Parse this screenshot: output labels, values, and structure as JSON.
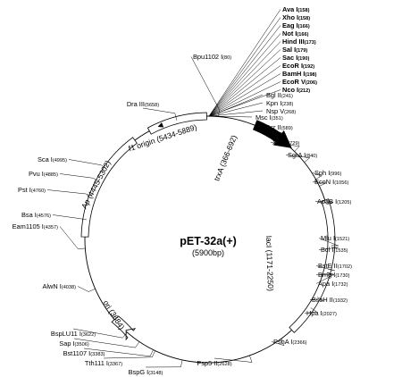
{
  "plasmid": {
    "name": "pET-32a(+)",
    "size_label": "(5900bp)",
    "length_bp": 5900
  },
  "features": [
    {
      "id": "trxa",
      "label": "trxA",
      "range": "(366-692)",
      "start": 366,
      "end": 692,
      "kind": "arrow_filled"
    },
    {
      "id": "laci",
      "label": "lacI",
      "range": "(1171-2250)",
      "start": 1171,
      "end": 2250,
      "kind": "box"
    },
    {
      "id": "ori",
      "label": "ori",
      "range": "(3684)",
      "start": 3640,
      "end": 3760,
      "kind": "arrow_open"
    },
    {
      "id": "ap",
      "label": "Ap",
      "range": "(4445-5302)",
      "start": 4445,
      "end": 5302,
      "kind": "box"
    },
    {
      "id": "f1",
      "label": "f1 origin",
      "range": "(5434-5889)",
      "start": 5434,
      "end": 5889,
      "kind": "box"
    }
  ],
  "mcs_sites": [
    {
      "name": "Ava I",
      "pos": "(158)",
      "bold": true
    },
    {
      "name": "Xho I",
      "pos": "(158)",
      "bold": true
    },
    {
      "name": "Eag I",
      "pos": "(166)",
      "bold": true
    },
    {
      "name": "Not I",
      "pos": "(166)",
      "bold": true
    },
    {
      "name": "Hind III",
      "pos": "(173)",
      "bold": true
    },
    {
      "name": "Sal I",
      "pos": "(179)",
      "bold": true
    },
    {
      "name": "Sac I",
      "pos": "(190)",
      "bold": true
    },
    {
      "name": "EcoR I",
      "pos": "(192)",
      "bold": true
    },
    {
      "name": "BamH I",
      "pos": "(198)",
      "bold": true
    },
    {
      "name": "EcoR V",
      "pos": "(206)",
      "bold": true
    },
    {
      "name": "Nco I",
      "pos": "(212)",
      "bold": true
    },
    {
      "name": "Bgl II",
      "pos": "(241)",
      "bold": false
    },
    {
      "name": "Kpn I",
      "pos": "(238)",
      "bold": false
    },
    {
      "name": "Nsp V",
      "pos": "(268)",
      "bold": false
    },
    {
      "name": "Msc I",
      "pos": "(351)",
      "bold": false
    }
  ],
  "sites": [
    {
      "name": "Bpu1102 I",
      "pos": "(80)",
      "bp": 80
    },
    {
      "name": "Rsr II",
      "pos": "(589)",
      "bp": 589
    },
    {
      "name": "Xba I",
      "pos": "(729)",
      "bp": 729
    },
    {
      "name": "SgrA I",
      "pos": "(840)",
      "bp": 840
    },
    {
      "name": "Sph I",
      "pos": "(996)",
      "bp": 996
    },
    {
      "name": "EcoN I",
      "pos": "(1056)",
      "bp": 1056
    },
    {
      "name": "ApaB I",
      "pos": "(1205)",
      "bp": 1205
    },
    {
      "name": "Mlu I",
      "pos": "(1521)",
      "bp": 1521
    },
    {
      "name": "Bcl I",
      "pos": "(1535)",
      "bp": 1535
    },
    {
      "name": "BstE II",
      "pos": "(1702)",
      "bp": 1702
    },
    {
      "name": "Bmg I",
      "pos": "(1730)",
      "bp": 1730
    },
    {
      "name": "Apa I",
      "pos": "(1732)",
      "bp": 1732
    },
    {
      "name": "BssH II",
      "pos": "(1932)",
      "bp": 1932
    },
    {
      "name": "Hpa I",
      "pos": "(2027)",
      "bp": 2027
    },
    {
      "name": "PshA I",
      "pos": "(2366)",
      "bp": 2366
    },
    {
      "name": "Psp5 II",
      "pos": "(2628)",
      "bp": 2628
    },
    {
      "name": "BspG I",
      "pos": "(3148)",
      "bp": 3148
    },
    {
      "name": "Tth111 I",
      "pos": "(3367)",
      "bp": 3367
    },
    {
      "name": "Bst1107 I",
      "pos": "(3383)",
      "bp": 3383
    },
    {
      "name": "Sap I",
      "pos": "(3506)",
      "bp": 3506
    },
    {
      "name": "BspLU11 I",
      "pos": "(3622)",
      "bp": 3622
    },
    {
      "name": "AlwN I",
      "pos": "(4038)",
      "bp": 4038
    },
    {
      "name": "Eam1105 I",
      "pos": "(4357)",
      "bp": 4357
    },
    {
      "name": "Bsa I",
      "pos": "(4576)",
      "bp": 4576
    },
    {
      "name": "Pst I",
      "pos": "(4760)",
      "bp": 4760
    },
    {
      "name": "Pvu I",
      "pos": "(4885)",
      "bp": 4885
    },
    {
      "name": "Sca I",
      "pos": "(4995)",
      "bp": 4995
    },
    {
      "name": "Dra III",
      "pos": "(5658)",
      "bp": 5658
    }
  ]
}
